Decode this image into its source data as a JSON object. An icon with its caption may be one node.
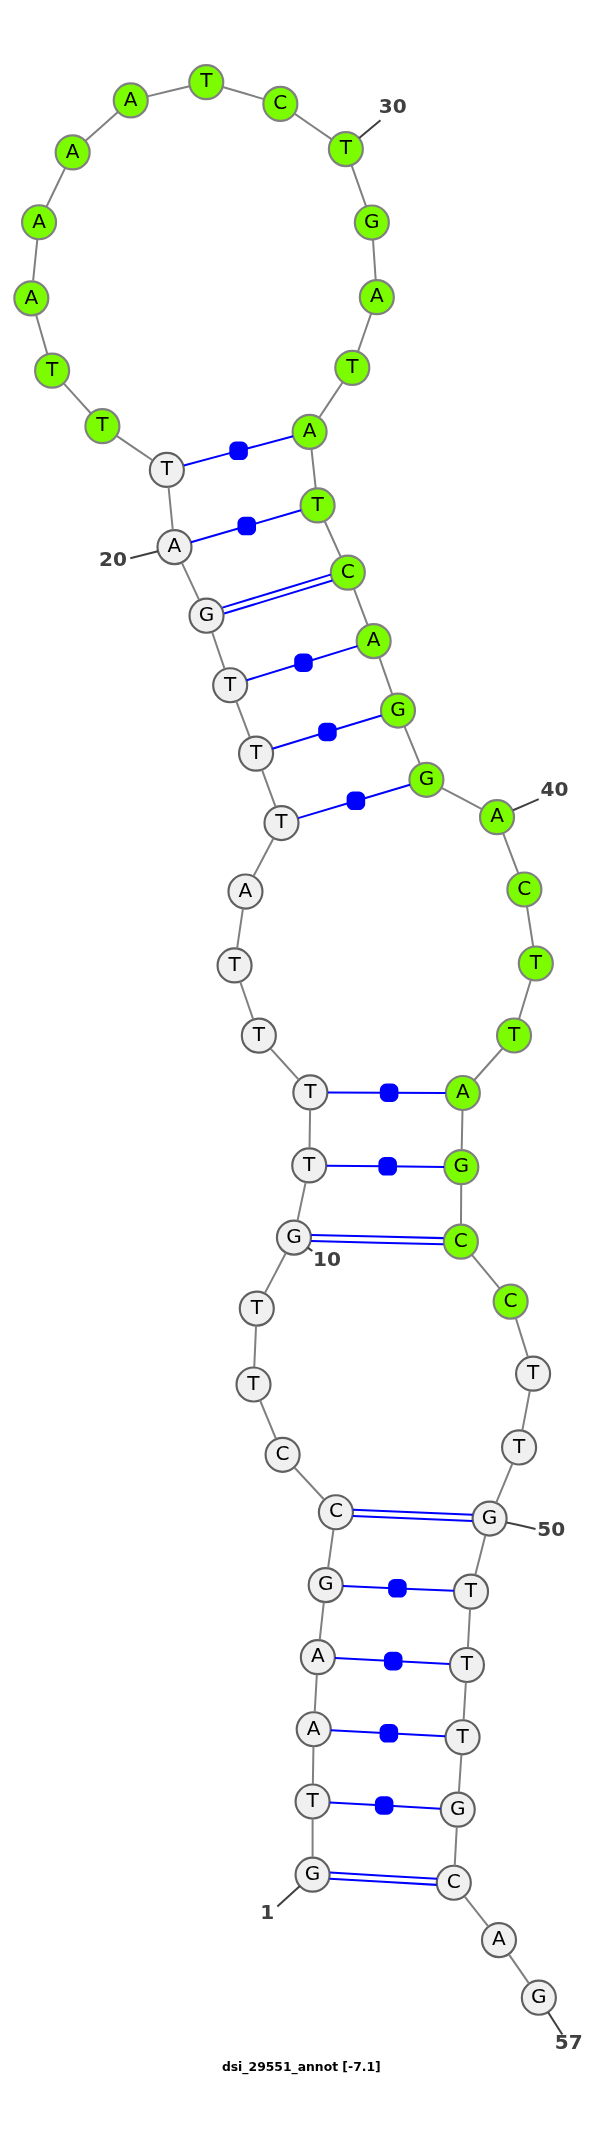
{
  "diagram": {
    "title": "dsi_29551_annot [-7.1]",
    "nodes": [
      {
        "text": [
          "G"
        ]
      },
      {
        "text": [
          "T"
        ]
      },
      {
        "text": [
          "A"
        ]
      },
      {
        "text": [
          "A"
        ]
      },
      {
        "text": [
          "G"
        ]
      },
      {
        "text": [
          "C"
        ]
      },
      {
        "text": [
          "C"
        ]
      },
      {
        "text": [
          "T"
        ]
      },
      {
        "text": [
          "T"
        ]
      },
      {
        "text": [
          "G"
        ]
      },
      {
        "text": [
          "T"
        ]
      },
      {
        "text": [
          "T"
        ]
      },
      {
        "text": [
          "T"
        ]
      },
      {
        "text": [
          "T"
        ]
      },
      {
        "text": [
          "A"
        ]
      },
      {
        "text": [
          "T"
        ]
      },
      {
        "text": [
          "T"
        ]
      },
      {
        "text": [
          "T"
        ]
      },
      {
        "text": [
          "G"
        ]
      },
      {
        "text": [
          "A"
        ]
      },
      {
        "text": [
          "T"
        ]
      },
      {
        "text": [
          "T"
        ]
      },
      {
        "text": [
          "T"
        ]
      },
      {
        "text": [
          "A"
        ]
      },
      {
        "text": [
          "A"
        ]
      },
      {
        "text": [
          "A"
        ]
      },
      {
        "text": [
          "A"
        ]
      },
      {
        "text": [
          "T"
        ]
      },
      {
        "text": [
          "C"
        ]
      },
      {
        "text": [
          "T"
        ]
      },
      {
        "text": [
          "G"
        ]
      },
      {
        "text": [
          "A"
        ]
      },
      {
        "text": [
          "T"
        ]
      },
      {
        "text": [
          "A"
        ]
      },
      {
        "text": [
          "T"
        ]
      },
      {
        "text": [
          "C"
        ]
      },
      {
        "text": [
          "A"
        ]
      },
      {
        "text": [
          "G"
        ]
      },
      {
        "text": [
          "G"
        ]
      },
      {
        "text": [
          "A"
        ]
      },
      {
        "text": [
          "C"
        ]
      },
      {
        "text": [
          "T"
        ]
      },
      {
        "text": [
          "T"
        ]
      },
      {
        "text": [
          "A"
        ]
      },
      {
        "text": [
          "G"
        ]
      },
      {
        "text": [
          "C"
        ]
      },
      {
        "text": [
          "C"
        ]
      },
      {
        "text": [
          "T"
        ]
      },
      {
        "text": [
          "T"
        ]
      },
      {
        "text": [
          "G"
        ]
      },
      {
        "text": [
          "T"
        ]
      },
      {
        "text": [
          "T"
        ]
      },
      {
        "text": [
          "T"
        ]
      },
      {
        "text": [
          "G"
        ]
      },
      {
        "text": [
          "C"
        ]
      },
      {
        "text": [
          "A"
        ]
      },
      {
        "text": [
          "G"
        ]
      },
      {
        "text": [
          "1"
        ]
      },
      {
        "text": [
          "10"
        ]
      },
      {
        "text": [
          "20"
        ]
      },
      {
        "text": [
          "30"
        ]
      },
      {
        "text": [
          "40"
        ]
      },
      {
        "text": [
          "50"
        ]
      },
      {
        "text": [
          "57"
        ]
      }
    ],
    "edges": [
      {
        "from": 0,
        "to": 1,
        "arrow": "none"
      },
      {
        "from": 1,
        "to": 2,
        "arrow": "none"
      },
      {
        "from": 2,
        "to": 3,
        "arrow": "none"
      },
      {
        "from": 3,
        "to": 4,
        "arrow": "none"
      },
      {
        "from": 4,
        "to": 5,
        "arrow": "none"
      },
      {
        "from": 5,
        "to": 6,
        "arrow": "none"
      },
      {
        "from": 6,
        "to": 7,
        "arrow": "none"
      },
      {
        "from": 7,
        "to": 8,
        "arrow": "none"
      },
      {
        "from": 8,
        "to": 9,
        "arrow": "none"
      },
      {
        "from": 9,
        "to": 10,
        "arrow": "none"
      },
      {
        "from": 10,
        "to": 11,
        "arrow": "none"
      },
      {
        "from": 11,
        "to": 12,
        "arrow": "none"
      },
      {
        "from": 12,
        "to": 13,
        "arrow": "none"
      },
      {
        "from": 13,
        "to": 14,
        "arrow": "none"
      },
      {
        "from": 14,
        "to": 15,
        "arrow": "none"
      },
      {
        "from": 15,
        "to": 16,
        "arrow": "none"
      },
      {
        "from": 16,
        "to": 17,
        "arrow": "none"
      },
      {
        "from": 17,
        "to": 18,
        "arrow": "none"
      },
      {
        "from": 18,
        "to": 19,
        "arrow": "none"
      },
      {
        "from": 19,
        "to": 20,
        "arrow": "none"
      },
      {
        "from": 20,
        "to": 21,
        "arrow": "none"
      },
      {
        "from": 21,
        "to": 22,
        "arrow": "none"
      },
      {
        "from": 22,
        "to": 23,
        "arrow": "none"
      },
      {
        "from": 23,
        "to": 24,
        "arrow": "none"
      },
      {
        "from": 24,
        "to": 25,
        "arrow": "none"
      },
      {
        "from": 25,
        "to": 26,
        "arrow": "none"
      },
      {
        "from": 26,
        "to": 27,
        "arrow": "none"
      },
      {
        "from": 27,
        "to": 28,
        "arrow": "none"
      },
      {
        "from": 28,
        "to": 29,
        "arrow": "none"
      },
      {
        "from": 29,
        "to": 30,
        "arrow": "none"
      },
      {
        "from": 30,
        "to": 31,
        "arrow": "none"
      },
      {
        "from": 31,
        "to": 32,
        "arrow": "none"
      },
      {
        "from": 32,
        "to": 33,
        "arrow": "none"
      },
      {
        "from": 33,
        "to": 34,
        "arrow": "none"
      },
      {
        "from": 34,
        "to": 35,
        "arrow": "none"
      },
      {
        "from": 35,
        "to": 36,
        "arrow": "none"
      },
      {
        "from": 36,
        "to": 37,
        "arrow": "none"
      },
      {
        "from": 37,
        "to": 38,
        "arrow": "none"
      },
      {
        "from": 38,
        "to": 39,
        "arrow": "none"
      },
      {
        "from": 39,
        "to": 40,
        "arrow": "none"
      },
      {
        "from": 40,
        "to": 41,
        "arrow": "none"
      },
      {
        "from": 41,
        "to": 42,
        "arrow": "none"
      },
      {
        "from": 42,
        "to": 43,
        "arrow": "none"
      },
      {
        "from": 43,
        "to": 44,
        "arrow": "none"
      },
      {
        "from": 44,
        "to": 45,
        "arrow": "none"
      },
      {
        "from": 45,
        "to": 46,
        "arrow": "none"
      },
      {
        "from": 46,
        "to": 47,
        "arrow": "none"
      },
      {
        "from": 47,
        "to": 48,
        "arrow": "none"
      },
      {
        "from": 48,
        "to": 49,
        "arrow": "none"
      },
      {
        "from": 49,
        "to": 50,
        "arrow": "none"
      },
      {
        "from": 50,
        "to": 51,
        "arrow": "none"
      },
      {
        "from": 51,
        "to": 52,
        "arrow": "none"
      },
      {
        "from": 52,
        "to": 53,
        "arrow": "none"
      },
      {
        "from": 53,
        "to": 54,
        "arrow": "none"
      },
      {
        "from": 54,
        "to": 55,
        "arrow": "none"
      },
      {
        "from": 55,
        "to": 56,
        "arrow": "none"
      },
      {
        "from": 0,
        "to": 54,
        "arrow": "none",
        "color": "#0000ff"
      },
      {
        "from": 1,
        "to": 53,
        "arrow": "none",
        "color": "#0000ff"
      },
      {
        "from": 2,
        "to": 52,
        "arrow": "none",
        "color": "#0000ff"
      },
      {
        "from": 3,
        "to": 51,
        "arrow": "none",
        "color": "#0000ff"
      },
      {
        "from": 4,
        "to": 50,
        "arrow": "none",
        "color": "#0000ff"
      },
      {
        "from": 5,
        "to": 49,
        "arrow": "none",
        "color": "#0000ff"
      },
      {
        "from": 9,
        "to": 45,
        "arrow": "none",
        "color": "#0000ff"
      },
      {
        "from": 10,
        "to": 44,
        "arrow": "none",
        "color": "#0000ff"
      },
      {
        "from": 11,
        "to": 43,
        "arrow": "none",
        "color": "#0000ff"
      },
      {
        "from": 15,
        "to": 38,
        "arrow": "none",
        "color": "#0000ff"
      },
      {
        "from": 16,
        "to": 37,
        "arrow": "none",
        "color": "#0000ff"
      },
      {
        "from": 17,
        "to": 36,
        "arrow": "none",
        "color": "#0000ff"
      },
      {
        "from": 18,
        "to": 35,
        "arrow": "none",
        "color": "#0000ff"
      },
      {
        "from": 19,
        "to": 34,
        "arrow": "none",
        "color": "#0000ff"
      },
      {
        "from": 20,
        "to": 33,
        "arrow": "none",
        "color": "#0000ff"
      },
      {
        "from": 57,
        "to": 0,
        "arrow": "none",
        "color": "#404040"
      },
      {
        "from": 58,
        "to": 9,
        "arrow": "none",
        "color": "#404040"
      },
      {
        "from": 59,
        "to": 19,
        "arrow": "none",
        "color": "#404040"
      },
      {
        "from": 60,
        "to": 29,
        "arrow": "none",
        "color": "#404040"
      },
      {
        "from": 61,
        "to": 39,
        "arrow": "none",
        "color": "#404040"
      },
      {
        "from": 62,
        "to": 49,
        "arrow": "none",
        "color": "#404040"
      },
      {
        "from": 63,
        "to": 56,
        "arrow": "none",
        "color": "#404040"
      }
    ]
  }
}
